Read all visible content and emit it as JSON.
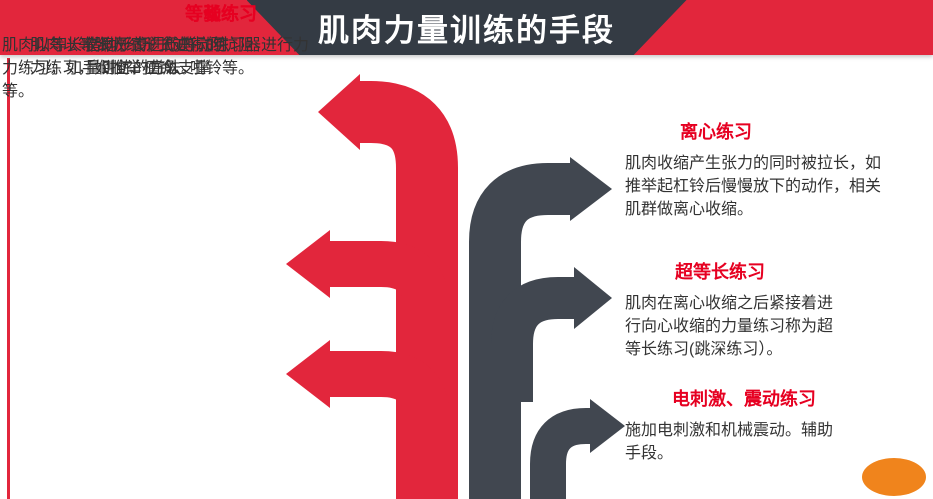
{
  "title": "肌肉力量训练的手段",
  "left_sections": [
    {
      "heading": "等张练习",
      "body": "肌肉以等张收缩形式进行的抗阻力练习，如推举杠铃、哑铃等。"
    },
    {
      "heading": "等长练习",
      "body": "肌肉以等长收缩形式进行的抗阻力练习，如手倒立、直角支撑等。"
    },
    {
      "heading": "等动练习",
      "body": "借助于专门的等动练习器进行力量训练的方法。"
    }
  ],
  "right_sections": [
    {
      "heading": "离心练习",
      "body": "肌肉收缩产生张力的同时被拉长，如推举起杠铃后慢慢放下的动作，相关肌群做离心收缩。"
    },
    {
      "heading": "超等长练习",
      "body": "肌肉在离心收缩之后紧接着进行向心收缩的力量练习称为超等长练习(跳深练习）。"
    },
    {
      "heading": "电刺激、震动练习",
      "body": "施加电刺激和机械震动。辅助手段。"
    }
  ],
  "colors": {
    "red": "#E2263C",
    "heading_red": "#E60021",
    "dark": "#414750",
    "banner_dark": "#343B44",
    "orange": "#F0841C"
  }
}
